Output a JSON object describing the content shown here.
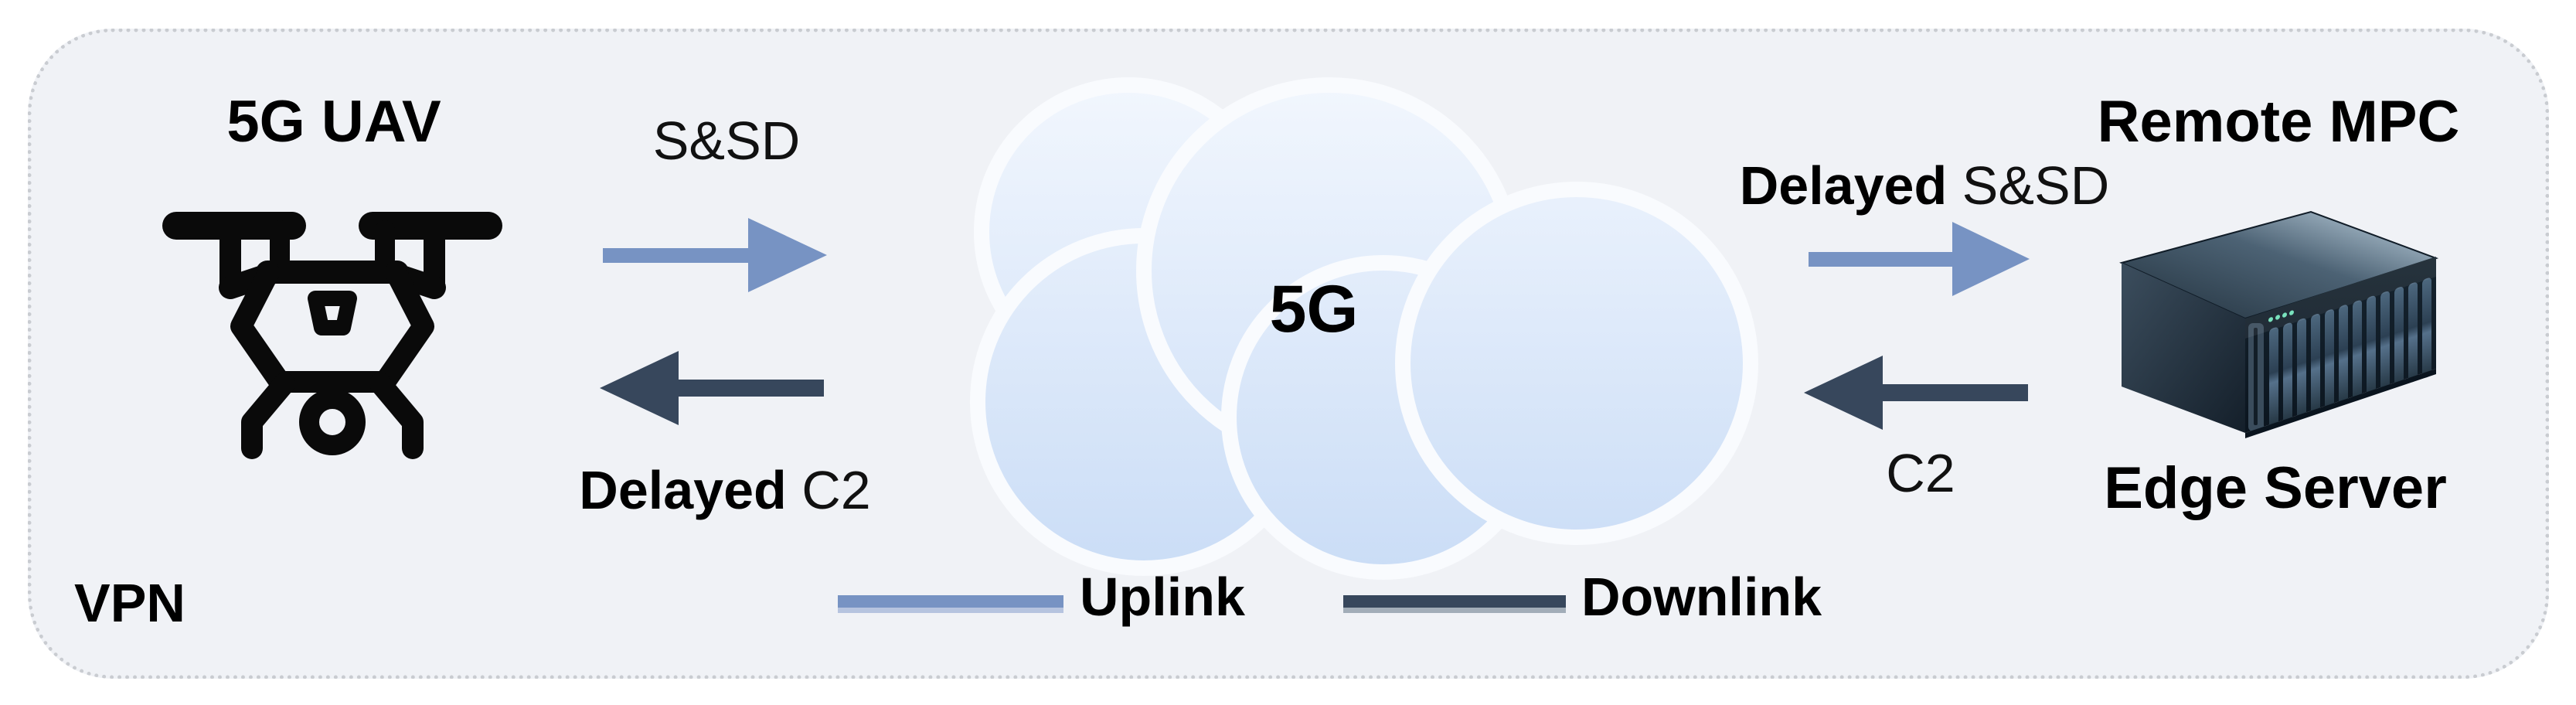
{
  "figure": {
    "region_label": "VPN",
    "uav": {
      "title": "5G UAV"
    },
    "cloud": {
      "label": "5G"
    },
    "server": {
      "title": "Remote MPC",
      "caption": "Edge Server"
    },
    "flows": {
      "left_uplink": {
        "label": "S&SD"
      },
      "left_downlink": {
        "bold": "Delayed",
        "rest": " C2"
      },
      "right_uplink": {
        "bold": "Delayed",
        "rest": " S&SD"
      },
      "right_downlink": {
        "label": "C2"
      }
    },
    "legend": {
      "uplink": "Uplink",
      "downlink": "Downlink"
    }
  },
  "colors": {
    "uplink": "#7793C3",
    "downlink": "#37475C",
    "panel_bg": "#F0F2F6",
    "page_bg": "#FFFFFF",
    "dot_border": "#C9CCD1",
    "cloud_top": "#F4F8FE",
    "cloud_bottom": "#C9DCF6",
    "cloud_gap": "#F9FBFE",
    "text": "#000000"
  }
}
